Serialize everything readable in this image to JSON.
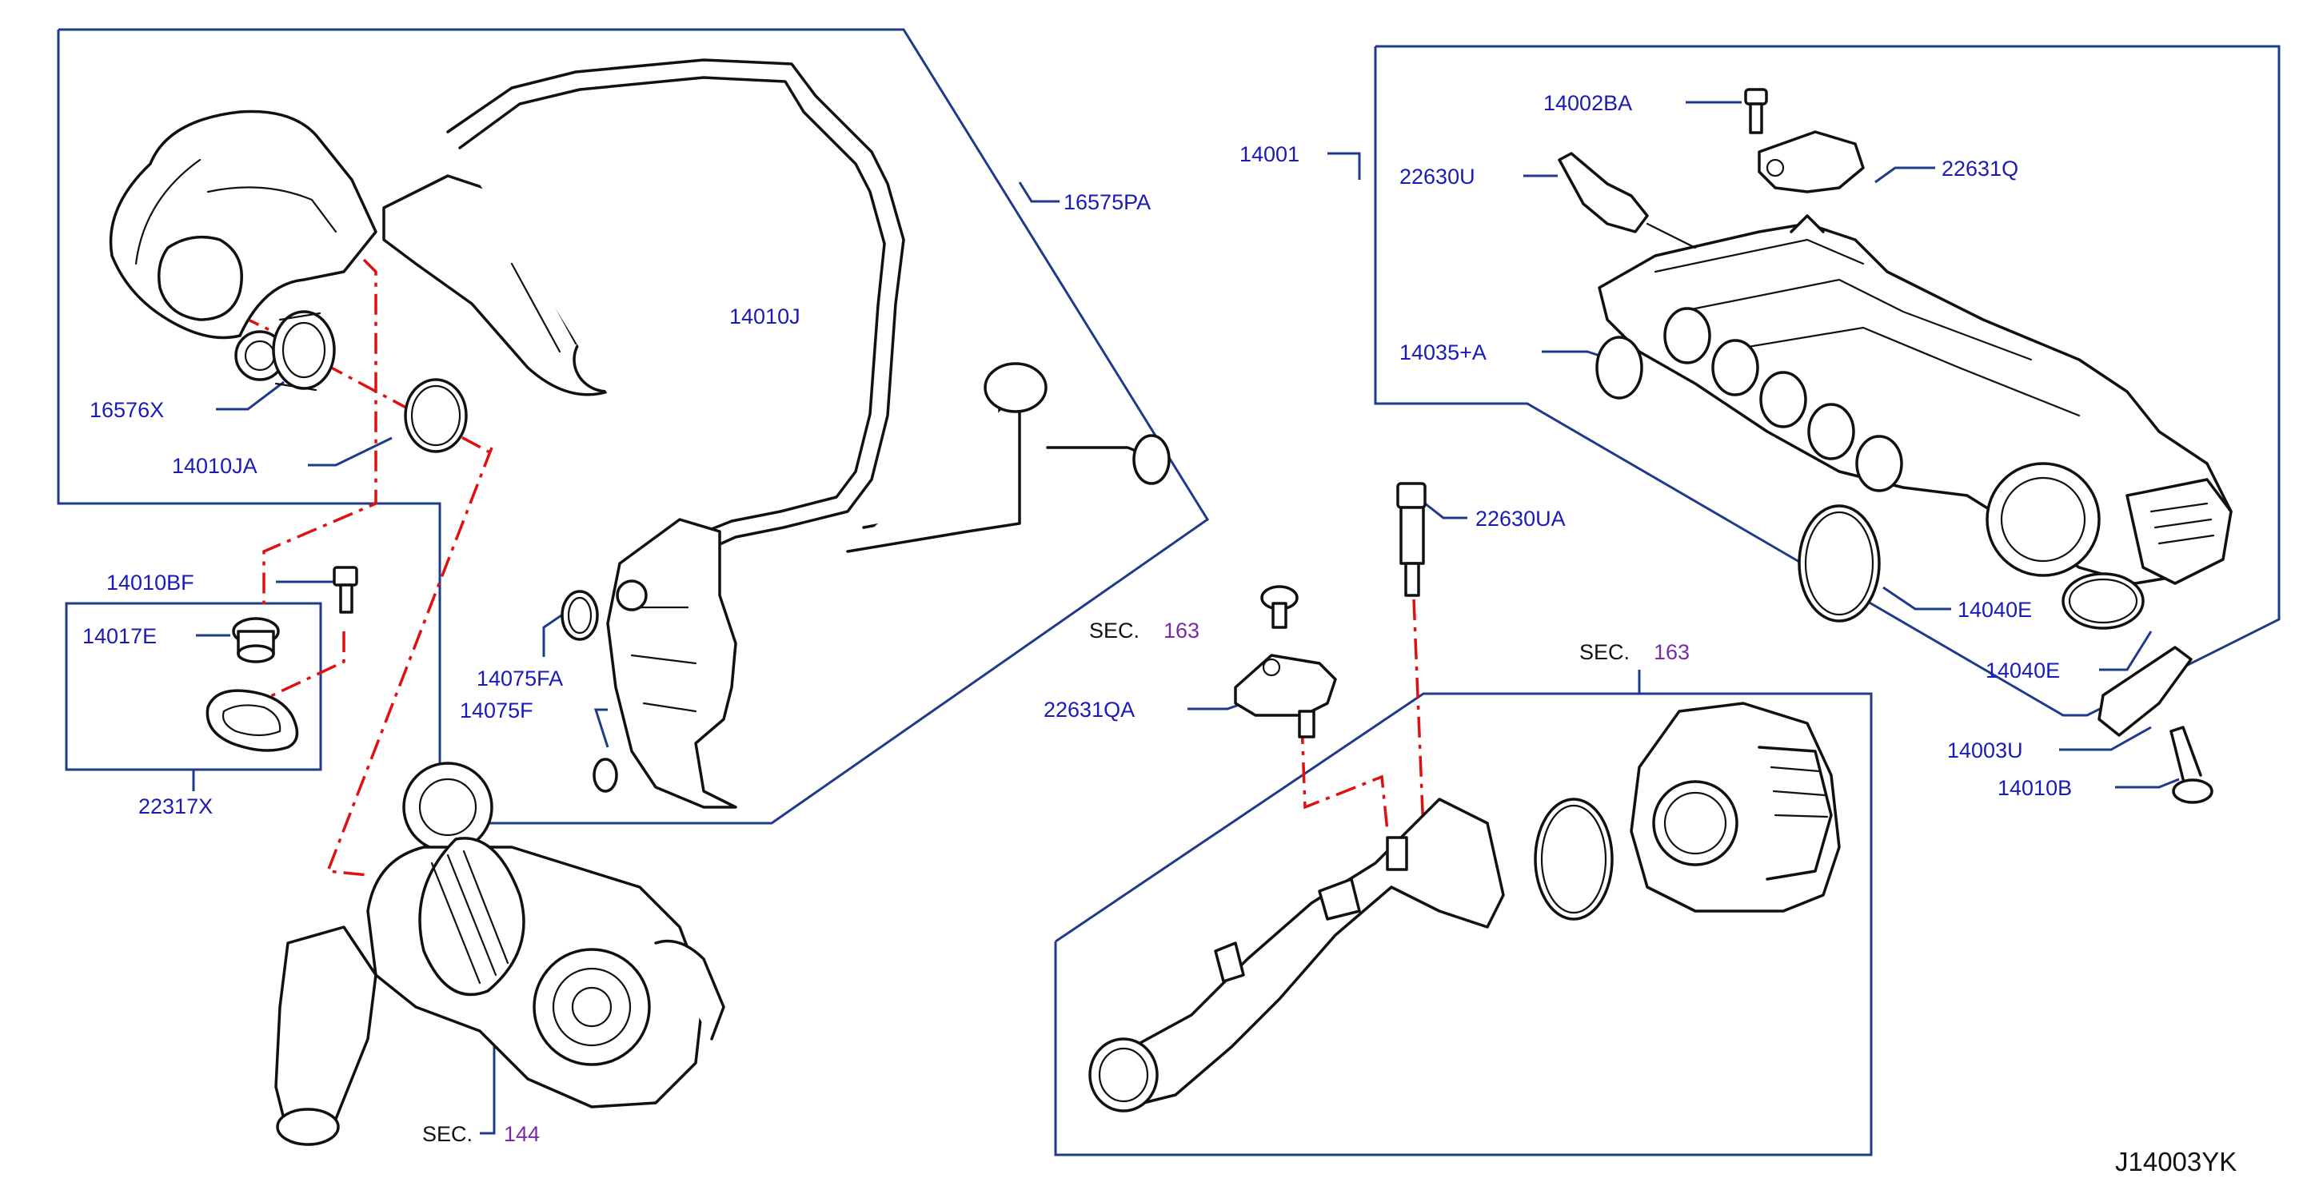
{
  "diagram": {
    "id_label": "J14003YK",
    "callouts": {
      "p16575PA": "16575PA",
      "p14010J": "14010J",
      "p16576X": "16576X",
      "p14010JA": "14010JA",
      "p14010BF": "14010BF",
      "p14017E": "14017E",
      "p22317X": "22317X",
      "p14075FA": "14075FA",
      "p14075F": "14075F",
      "p14001": "14001",
      "p14002BA": "14002BA",
      "p22630U": "22630U",
      "p22631Q": "22631Q",
      "p14035A": "14035+A",
      "p22630UA": "22630UA",
      "p14040E_a": "14040E",
      "p14040E_b": "14040E",
      "p22631QA": "22631QA",
      "p14003U": "14003U",
      "p14010B": "14010B"
    },
    "sections": {
      "sec1": {
        "label": "SEC.",
        "number": "163"
      },
      "sec2": {
        "label": "SEC.",
        "number": "163"
      },
      "sec3": {
        "label": "SEC.",
        "number": "144"
      }
    }
  },
  "colors": {
    "callout_text": "#1a1ab8",
    "group_outline": "#1f3a8a",
    "section_number": "#7a2aa8",
    "dash_dot_line": "#e01010",
    "part_outline": "#111111"
  }
}
